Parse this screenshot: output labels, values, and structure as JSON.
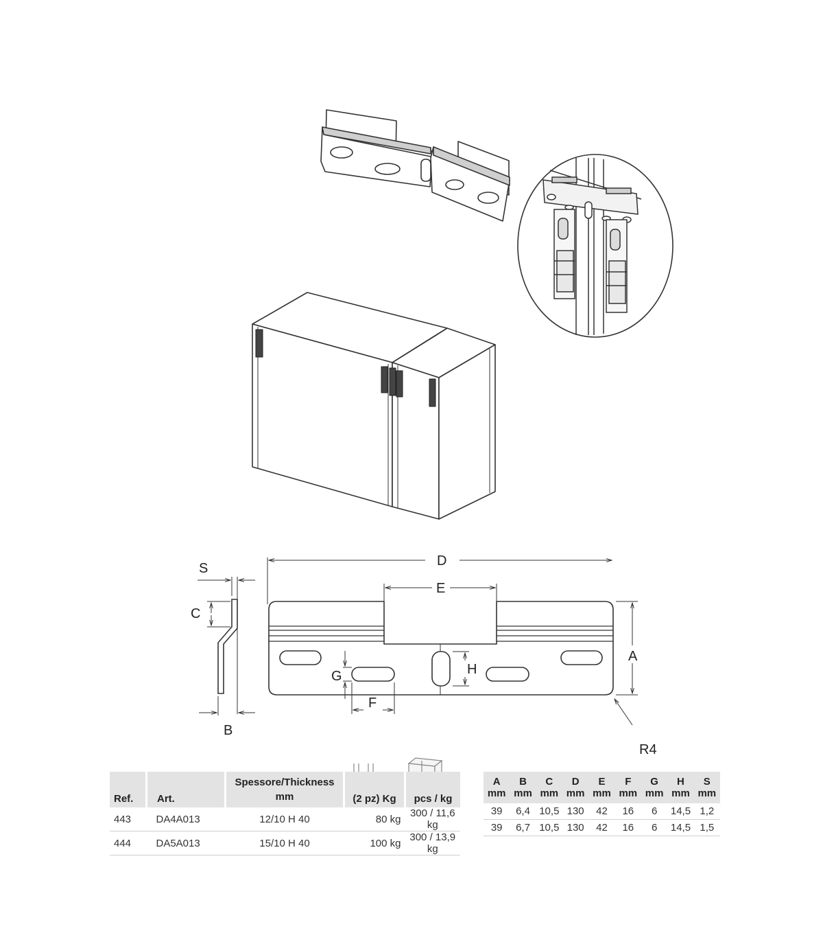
{
  "dimension_labels": {
    "D": "D",
    "E": "E",
    "A": "A",
    "B": "B",
    "C": "C",
    "S": "S",
    "F": "F",
    "G": "G",
    "H": "H",
    "R4": "R4"
  },
  "product_table": {
    "headers": {
      "ref": "Ref.",
      "art": "Art.",
      "thickness_line1": "Spessore/Thickness",
      "thickness_line2": "mm",
      "load": "(2 pz) Kg",
      "packing": "pcs / kg"
    },
    "rows": [
      {
        "ref": "443",
        "art": "DA4A013",
        "thickness": "12/10 H 40",
        "load": "80 kg",
        "packing": "300 / 11,6 kg"
      },
      {
        "ref": "444",
        "art": "DA5A013",
        "thickness": "15/10 H 40",
        "load": "100 kg",
        "packing": "300 / 13,9 kg"
      }
    ]
  },
  "dimensions_table": {
    "letters": [
      "A",
      "B",
      "C",
      "D",
      "E",
      "F",
      "G",
      "H",
      "S"
    ],
    "units": [
      "mm",
      "mm",
      "mm",
      "mm",
      "mm",
      "mm",
      "mm",
      "mm",
      "mm"
    ],
    "rows": [
      [
        "39",
        "6,4",
        "10,5",
        "130",
        "42",
        "16",
        "6",
        "14,5",
        "1,2"
      ],
      [
        "39",
        "6,7",
        "10,5",
        "130",
        "42",
        "16",
        "6",
        "14,5",
        "1,5"
      ]
    ]
  },
  "icons": {
    "load_icon": "bracket-pair-icon",
    "packing_icon": "cardboard-box-icon"
  },
  "colors": {
    "line": "#333333",
    "header_bg": "#e3e3e3",
    "cabinet_side": "#e6e6e6"
  }
}
